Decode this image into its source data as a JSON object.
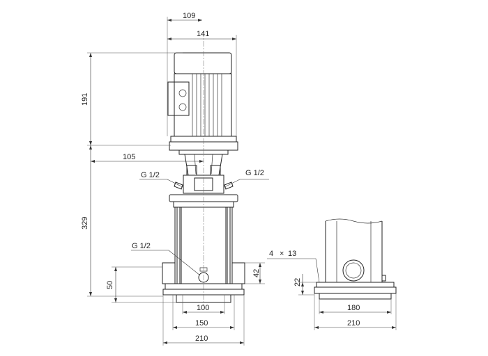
{
  "dimensions": {
    "motor_width_109": "109",
    "motor_width_141": "141",
    "motor_height": "191",
    "shaft_offset": "105",
    "pump_height": "329",
    "inlet_height": "50",
    "port_offset": "42",
    "base_100": "100",
    "base_150": "150",
    "base_210_front": "210",
    "holes": "4",
    "holes_times": "×",
    "hole_diameter": "13",
    "foot_height": "22",
    "side_180": "180",
    "side_210": "210"
  },
  "threads": {
    "left_top": "G 1/2",
    "right_top": "G 1/2",
    "left_bottom": "G 1/2"
  }
}
